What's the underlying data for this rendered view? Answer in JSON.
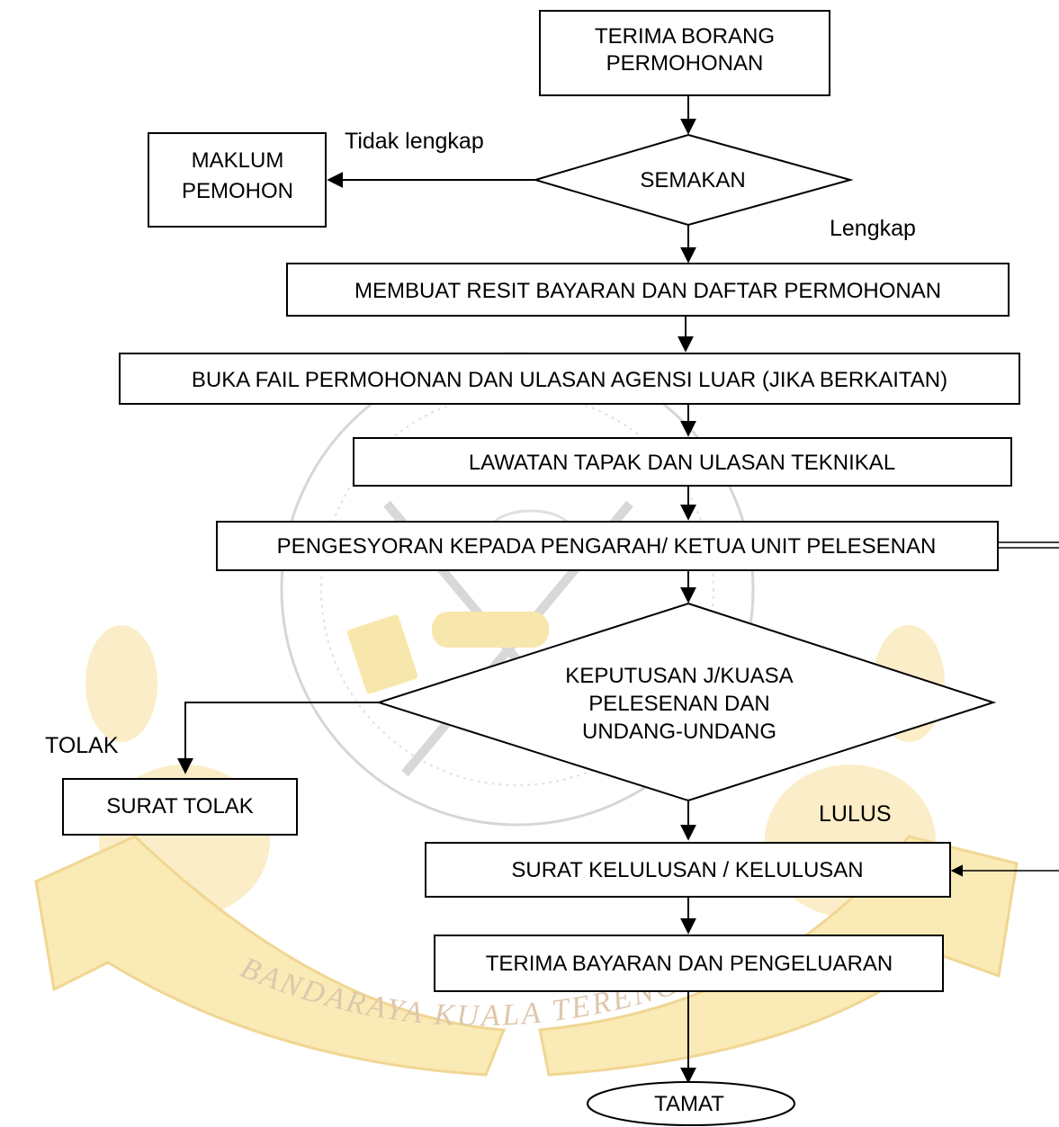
{
  "colors": {
    "stroke": "#000000",
    "watermark_gold": "#f0c84a",
    "watermark_ribbon": "#f6d97a",
    "watermark_brown": "#c49a6a",
    "watermark_grey": "#9a9a9a"
  },
  "watermark": {
    "ribbon_text": "BANDARAYA KUALA TERENGGANU"
  },
  "nodes": {
    "terima_borang": [
      "TERIMA BORANG",
      "PERMOHONAN"
    ],
    "semakan": [
      "SEMAKAN"
    ],
    "maklum_pemohon": [
      "MAKLUM",
      "PEMOHON"
    ],
    "membuat_resit": [
      "MEMBUAT RESIT BAYARAN DAN DAFTAR PERMOHONAN"
    ],
    "buka_fail": [
      "BUKA FAIL PERMOHONAN DAN ULASAN AGENSI LUAR (JIKA BERKAITAN)"
    ],
    "lawatan_tapak": [
      "LAWATAN TAPAK DAN ULASAN TEKNIKAL"
    ],
    "pengesyoran": [
      "PENGESYORAN KEPADA PENGARAH/ KETUA UNIT PELESENAN"
    ],
    "keputusan": [
      "KEPUTUSAN J/KUASA",
      "PELESENAN DAN",
      "UNDANG-UNDANG"
    ],
    "surat_tolak": [
      "SURAT TOLAK"
    ],
    "surat_kelulusan": [
      "SURAT KELULUSAN / KELULUSAN"
    ],
    "terima_bayaran": [
      "TERIMA BAYARAN DAN PENGELUARAN"
    ],
    "tamat": [
      "TAMAT"
    ]
  },
  "edge_labels": {
    "tidak_lengkap": "Tidak lengkap",
    "lengkap": "Lengkap",
    "tolak": "TOLAK",
    "lulus": "LULUS"
  }
}
